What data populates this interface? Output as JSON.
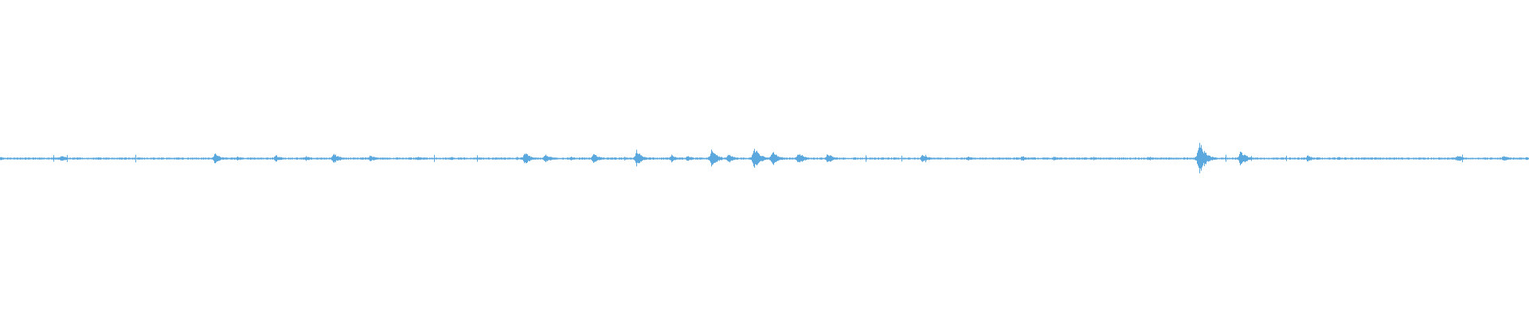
{
  "waveform": {
    "color": "#5BA8DE",
    "background": "#ffffff",
    "duration_relative": 1.0,
    "events": [
      {
        "t": 0.0,
        "a": 0.1
      },
      {
        "t": 0.04,
        "a": 0.18
      },
      {
        "t": 0.064,
        "a": 0.08
      },
      {
        "t": 0.14,
        "a": 0.3
      },
      {
        "t": 0.155,
        "a": 0.12
      },
      {
        "t": 0.18,
        "a": 0.2
      },
      {
        "t": 0.2,
        "a": 0.14
      },
      {
        "t": 0.218,
        "a": 0.3
      },
      {
        "t": 0.242,
        "a": 0.2
      },
      {
        "t": 0.273,
        "a": 0.12
      },
      {
        "t": 0.295,
        "a": 0.1
      },
      {
        "t": 0.343,
        "a": 0.35
      },
      {
        "t": 0.356,
        "a": 0.26
      },
      {
        "t": 0.373,
        "a": 0.12
      },
      {
        "t": 0.388,
        "a": 0.3
      },
      {
        "t": 0.416,
        "a": 0.45
      },
      {
        "t": 0.439,
        "a": 0.2
      },
      {
        "t": 0.449,
        "a": 0.18
      },
      {
        "t": 0.465,
        "a": 0.55
      },
      {
        "t": 0.476,
        "a": 0.25
      },
      {
        "t": 0.493,
        "a": 0.62
      },
      {
        "t": 0.505,
        "a": 0.45
      },
      {
        "t": 0.522,
        "a": 0.35
      },
      {
        "t": 0.541,
        "a": 0.3
      },
      {
        "t": 0.603,
        "a": 0.25
      },
      {
        "t": 0.633,
        "a": 0.12
      },
      {
        "t": 0.668,
        "a": 0.15
      },
      {
        "t": 0.689,
        "a": 0.12
      },
      {
        "t": 0.715,
        "a": 0.1
      },
      {
        "t": 0.752,
        "a": 0.1
      },
      {
        "t": 0.784,
        "a": 1.0
      },
      {
        "t": 0.811,
        "a": 0.45
      },
      {
        "t": 0.855,
        "a": 0.18
      },
      {
        "t": 0.875,
        "a": 0.1
      },
      {
        "t": 0.953,
        "a": 0.2
      },
      {
        "t": 0.983,
        "a": 0.18
      },
      {
        "t": 0.998,
        "a": 0.08
      }
    ]
  }
}
